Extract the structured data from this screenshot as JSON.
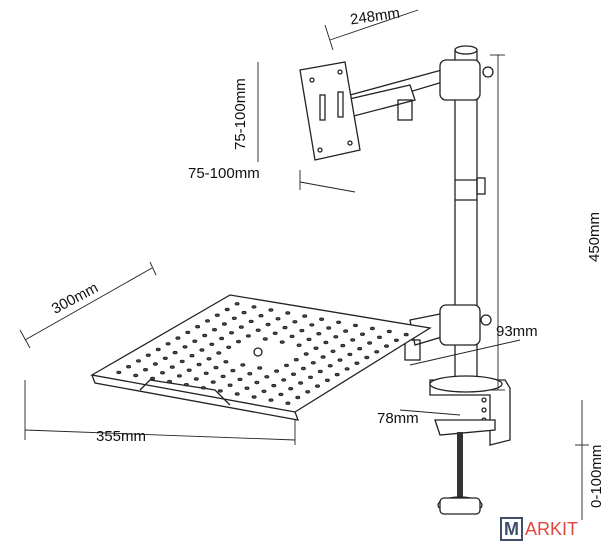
{
  "dimensions": {
    "arm_length": "248mm",
    "vesa_vertical": "75-100mm",
    "vesa_horizontal": "75-100mm",
    "pole_height": "450mm",
    "tray_depth": "300mm",
    "tray_width": "355mm",
    "tray_arm_offset": "93mm",
    "clamp_depth": "78mm",
    "clamp_range": "0-100mm"
  },
  "logo": {
    "initial": "M",
    "rest": "ARKIT"
  },
  "colors": {
    "line": "#222222",
    "logo_box": "#3d4f6b",
    "logo_text": "#e0473c"
  }
}
